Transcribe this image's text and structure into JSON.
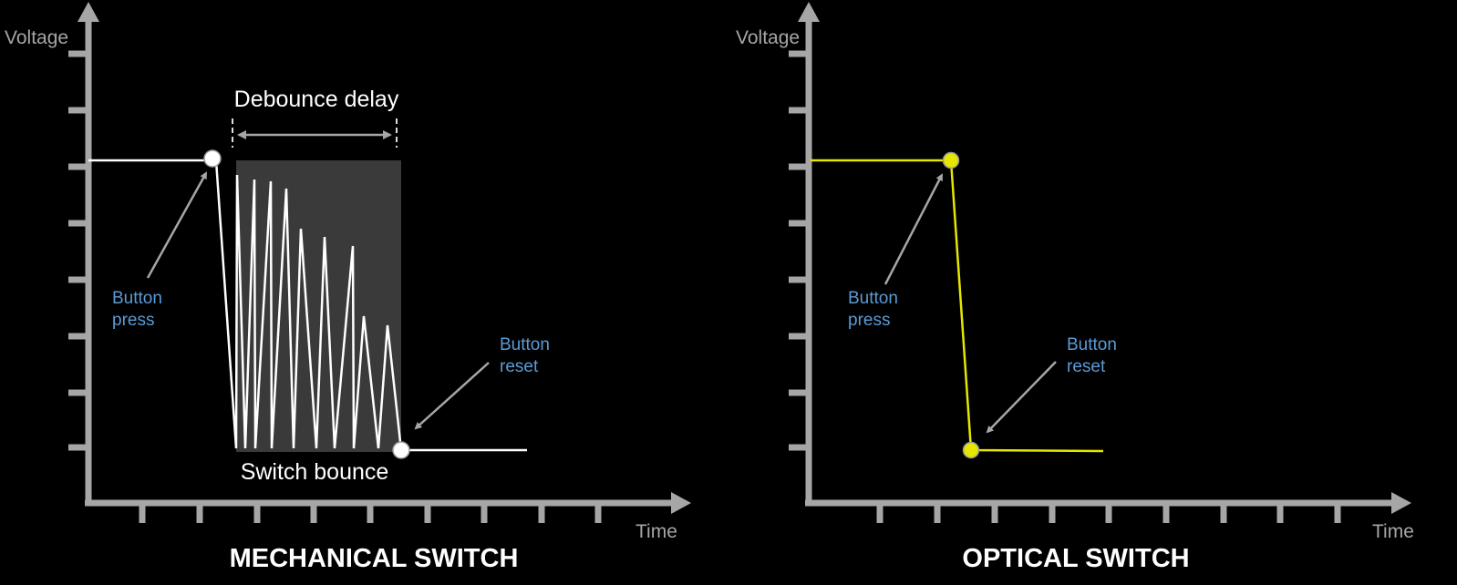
{
  "colors": {
    "background": "#000000",
    "axis": "#a6a6a6",
    "annotation": "#5b9bd5",
    "mechanical_signal": "#ffffff",
    "optical_signal": "#e6e600",
    "bounce_region": "#3a3a3a"
  },
  "mechanical": {
    "title": "MECHANICAL SWITCH",
    "y_label": "Voltage",
    "x_label": "Time",
    "debounce_label": "Debounce delay",
    "bounce_label": "Switch bounce",
    "press_label": [
      "Button",
      "press"
    ],
    "reset_label": [
      "Button",
      "reset"
    ]
  },
  "optical": {
    "title": "OPTICAL SWITCH",
    "y_label": "Voltage",
    "x_label": "Time",
    "press_label": [
      "Button",
      "press"
    ],
    "reset_label": [
      "Button",
      "reset"
    ]
  }
}
